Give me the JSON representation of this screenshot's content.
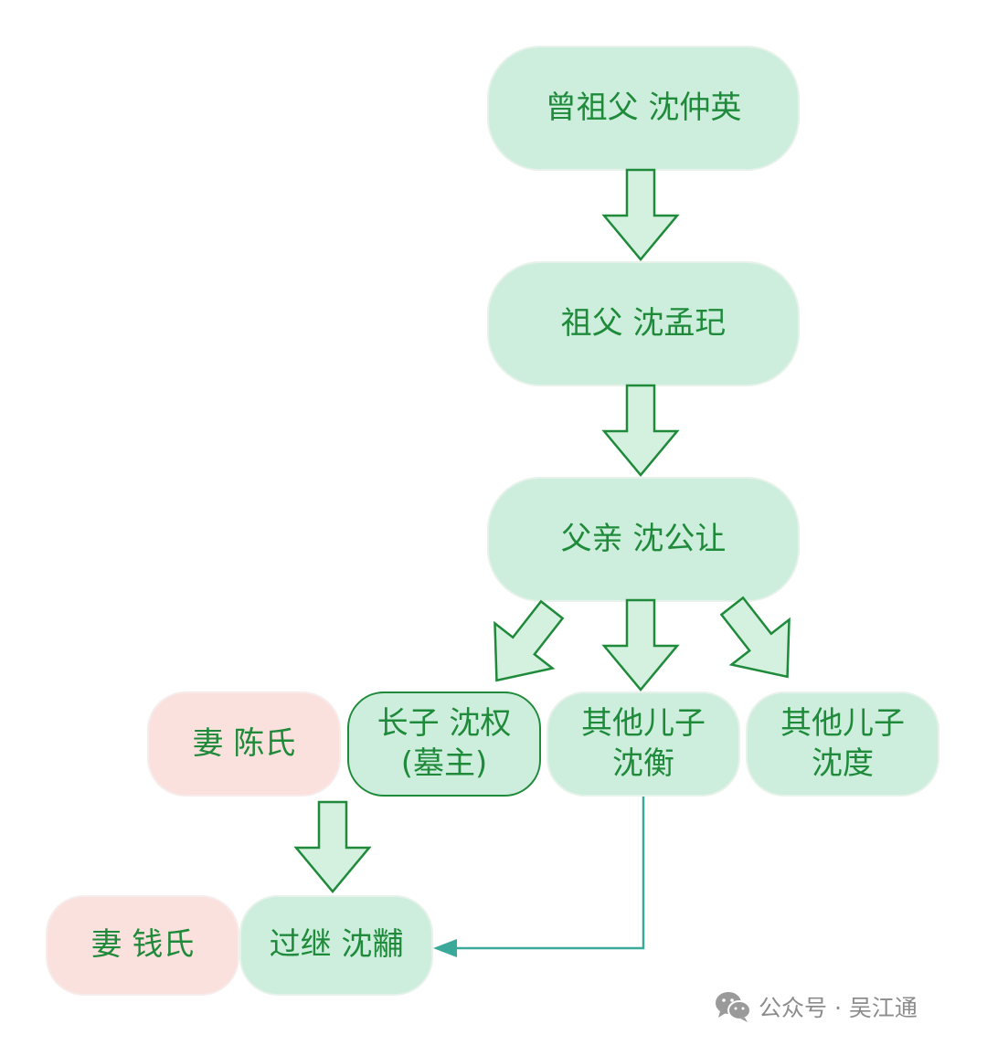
{
  "diagram": {
    "nodes": {
      "great_grandfather": "曾祖父 沈仲英",
      "grandfather": "祖父 沈孟玘",
      "father": "父亲 沈公让",
      "eldest_son": "长子 沈权\n(墓主)",
      "other_son_heng": "其他儿子\n沈衡",
      "other_son_du": "其他儿子\n沈度",
      "wife_chen": "妻 陈氏",
      "adopted_son": "过继 沈黼",
      "wife_qian": "妻 钱氏"
    },
    "edges": [
      {
        "from": "great_grandfather",
        "to": "grandfather",
        "style": "block-arrow"
      },
      {
        "from": "grandfather",
        "to": "father",
        "style": "block-arrow"
      },
      {
        "from": "father",
        "to": "eldest_son",
        "style": "block-arrow"
      },
      {
        "from": "father",
        "to": "other_son_heng",
        "style": "block-arrow"
      },
      {
        "from": "father",
        "to": "other_son_du",
        "style": "block-arrow"
      },
      {
        "from": "wife_chen",
        "to": "adopted_son",
        "style": "block-arrow"
      },
      {
        "from": "other_son_heng",
        "to": "adopted_son",
        "style": "connector-line"
      }
    ]
  },
  "watermark": {
    "icon": "wechat-icon",
    "text": "公众号 · 吴江通"
  },
  "colors": {
    "node_fill_green": "#cdeedd",
    "node_fill_pink": "#fbe1de",
    "text_green": "#1e8a3a",
    "arrow_stroke": "#1e8a3a",
    "arrow_fill": "#d4f0df",
    "connector": "#3aa99a"
  }
}
